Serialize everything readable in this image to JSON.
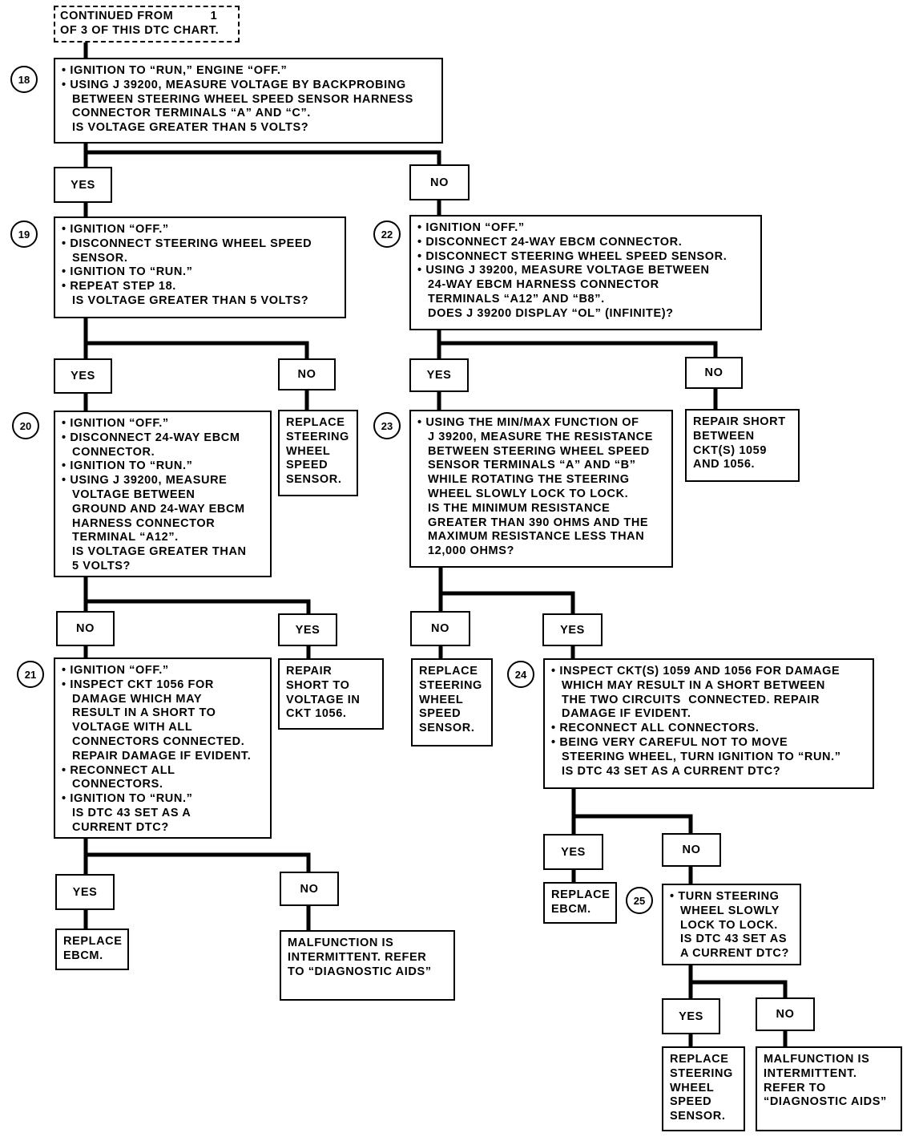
{
  "header": {
    "lines": [
      "CONTINUED FROM          1",
      "OF 3 OF THIS DTC CHART."
    ]
  },
  "steps": [
    {
      "id": "18",
      "lines": [
        {
          "t": "IGNITION TO “RUN,” ENGINE “OFF.”",
          "k": "bul"
        },
        {
          "t": "USING J 39200, MEASURE VOLTAGE BY BACKPROBING",
          "k": "bul"
        },
        {
          "t": "BETWEEN STEERING WHEEL SPEED SENSOR HARNESS",
          "k": "ind"
        },
        {
          "t": "CONNECTOR TERMINALS “A” AND “C”.",
          "k": "ind"
        },
        {
          "t": "IS VOLTAGE GREATER THAN 5 VOLTS?",
          "k": "ind"
        }
      ]
    },
    {
      "id": "19",
      "lines": [
        {
          "t": "IGNITION “OFF.”",
          "k": "bul"
        },
        {
          "t": "DISCONNECT STEERING WHEEL SPEED",
          "k": "bul"
        },
        {
          "t": "SENSOR.",
          "k": "ind"
        },
        {
          "t": "IGNITION TO “RUN.”",
          "k": "bul"
        },
        {
          "t": "REPEAT STEP 18.",
          "k": "bul"
        },
        {
          "t": "IS VOLTAGE GREATER THAN 5 VOLTS?",
          "k": "ind"
        }
      ]
    },
    {
      "id": "22",
      "lines": [
        {
          "t": "IGNITION “OFF.”",
          "k": "bul"
        },
        {
          "t": "DISCONNECT 24-WAY EBCM CONNECTOR.",
          "k": "bul"
        },
        {
          "t": "DISCONNECT STEERING WHEEL SPEED SENSOR.",
          "k": "bul"
        },
        {
          "t": "USING J 39200, MEASURE VOLTAGE BETWEEN",
          "k": "bul"
        },
        {
          "t": "24-WAY EBCM HARNESS CONNECTOR",
          "k": "ind"
        },
        {
          "t": "TERMINALS “A12” AND “B8”.",
          "k": "ind"
        },
        {
          "t": "DOES J 39200 DISPLAY “OL” (INFINITE)?",
          "k": "ind"
        }
      ]
    },
    {
      "id": "20",
      "lines": [
        {
          "t": "IGNITION “OFF.”",
          "k": "bul"
        },
        {
          "t": "DISCONNECT 24-WAY EBCM",
          "k": "bul"
        },
        {
          "t": "CONNECTOR.",
          "k": "ind"
        },
        {
          "t": "IGNITION TO “RUN.”",
          "k": "bul"
        },
        {
          "t": "USING J 39200, MEASURE",
          "k": "bul"
        },
        {
          "t": "VOLTAGE BETWEEN",
          "k": "ind"
        },
        {
          "t": "GROUND AND 24-WAY EBCM",
          "k": "ind"
        },
        {
          "t": "HARNESS CONNECTOR",
          "k": "ind"
        },
        {
          "t": "TERMINAL “A12”.",
          "k": "ind"
        },
        {
          "t": "IS VOLTAGE GREATER THAN",
          "k": "ind"
        },
        {
          "t": "5 VOLTS?",
          "k": "ind"
        }
      ]
    },
    {
      "id": "23",
      "lines": [
        {
          "t": "USING THE MIN/MAX FUNCTION OF",
          "k": "bul"
        },
        {
          "t": "J 39200, MEASURE THE RESISTANCE",
          "k": "ind"
        },
        {
          "t": "BETWEEN STEERING WHEEL SPEED",
          "k": "ind"
        },
        {
          "t": "SENSOR TERMINALS “A” AND “B”",
          "k": "ind"
        },
        {
          "t": "WHILE ROTATING THE STEERING",
          "k": "ind"
        },
        {
          "t": "WHEEL SLOWLY LOCK TO LOCK.",
          "k": "ind"
        },
        {
          "t": "IS THE MINIMUM RESISTANCE",
          "k": "ind"
        },
        {
          "t": "GREATER THAN 390 OHMS AND THE",
          "k": "ind"
        },
        {
          "t": "MAXIMUM RESISTANCE LESS THAN",
          "k": "ind"
        },
        {
          "t": "12,000 OHMS?",
          "k": "ind"
        }
      ]
    },
    {
      "id": "21",
      "lines": [
        {
          "t": "IGNITION “OFF.”",
          "k": "bul"
        },
        {
          "t": "INSPECT CKT 1056 FOR",
          "k": "bul"
        },
        {
          "t": "DAMAGE WHICH MAY",
          "k": "ind"
        },
        {
          "t": "RESULT IN A SHORT TO",
          "k": "ind"
        },
        {
          "t": "VOLTAGE WITH ALL",
          "k": "ind"
        },
        {
          "t": "CONNECTORS CONNECTED.",
          "k": "ind"
        },
        {
          "t": "REPAIR DAMAGE IF EVIDENT.",
          "k": "ind"
        },
        {
          "t": "RECONNECT ALL",
          "k": "bul"
        },
        {
          "t": "CONNECTORS.",
          "k": "ind"
        },
        {
          "t": "IGNITION TO “RUN.”",
          "k": "bul"
        },
        {
          "t": "IS DTC 43 SET AS A",
          "k": "ind"
        },
        {
          "t": "CURRENT DTC?",
          "k": "ind"
        }
      ]
    },
    {
      "id": "24",
      "lines": [
        {
          "t": "INSPECT CKT(s) 1059 AND 1056 FOR DAMAGE",
          "k": "bul"
        },
        {
          "t": "WHICH MAY RESULT IN A SHORT BETWEEN",
          "k": "ind"
        },
        {
          "t": "THE TWO CIRCUITS  CONNECTED. REPAIR",
          "k": "ind"
        },
        {
          "t": "DAMAGE IF EVIDENT.",
          "k": "ind"
        },
        {
          "t": "RECONNECT ALL CONNECTORS.",
          "k": "bul"
        },
        {
          "t": "BEING VERY CAREFUL NOT TO MOVE",
          "k": "bul"
        },
        {
          "t": "STEERING WHEEL, TURN IGNITION TO “RUN.”",
          "k": "ind"
        },
        {
          "t": "IS DTC 43 SET AS A CURRENT DTC?",
          "k": "ind"
        }
      ]
    },
    {
      "id": "25",
      "lines": [
        {
          "t": "TURN STEERING",
          "k": "bul"
        },
        {
          "t": "WHEEL SLOWLY",
          "k": "ind"
        },
        {
          "t": "LOCK TO LOCK.",
          "k": "ind"
        },
        {
          "t": "IS DTC 43 SET AS",
          "k": "ind"
        },
        {
          "t": "A CURRENT DTC?",
          "k": "ind"
        }
      ]
    }
  ],
  "outcomes": {
    "replace_sensor_19": [
      "REPLACE",
      "STEERING",
      "WHEEL",
      "SPEED",
      "SENSOR."
    ],
    "repair_short_22": [
      "REPAIR SHORT",
      "BETWEEN",
      "CKT(s) 1059",
      "AND 1056."
    ],
    "repair_short_20": [
      "REPAIR",
      "SHORT TO",
      "VOLTAGE IN",
      "CKT 1056."
    ],
    "replace_sensor_23": [
      "REPLACE",
      "STEERING",
      "WHEEL",
      "SPEED",
      "SENSOR."
    ],
    "replace_ebcm_24": [
      "REPLACE",
      "EBCM."
    ],
    "replace_ebcm_21": [
      "REPLACE",
      "EBCM."
    ],
    "intermittent_21": [
      "MALFUNCTION IS",
      "INTERMITTENT. REFER",
      "TO “DIAGNOSTIC AIDS”"
    ],
    "replace_sensor_25": [
      "REPLACE",
      "STEERING",
      "WHEEL",
      "SPEED",
      "SENSOR."
    ],
    "intermittent_25": [
      "MALFUNCTION IS",
      "INTERMITTENT.",
      "REFER TO",
      "“DIAGNOSTIC AIDS”"
    ]
  },
  "labels": {
    "yes": "YES",
    "no": "NO"
  }
}
